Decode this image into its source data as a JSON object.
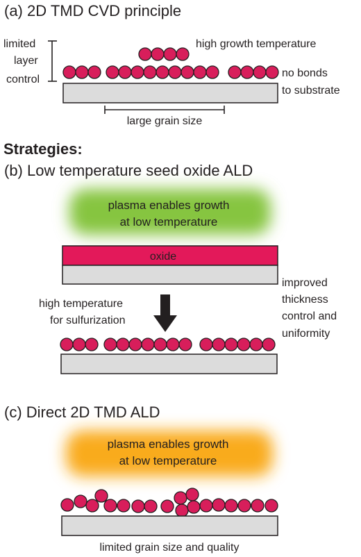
{
  "colors": {
    "atom_fill": "#d81e5b",
    "atom_stroke": "#231f20",
    "substrate_fill": "#dcdcdc",
    "oxide_fill": "#e3195a",
    "plasma_green": "#86c540",
    "plasma_orange": "#f9ab1c",
    "text": "#231f20"
  },
  "panel_a": {
    "title": "(a) 2D TMD CVD principle",
    "limited_line1": "limited",
    "limited_line2": "layer",
    "limited_line3": "control",
    "high_temp": "high growth temperature",
    "no_bonds_line1": "no bonds",
    "no_bonds_line2": "to substrate",
    "grain": "large grain size"
  },
  "strategies_heading": "Strategies:",
  "panel_b": {
    "title": "(b) Low temperature seed oxide ALD",
    "plasma_line1": "plasma enables growth",
    "plasma_line2": "at low temperature",
    "oxide": "oxide",
    "sulf_line1": "high temperature",
    "sulf_line2": "for sulfurization",
    "improved_line1": "improved",
    "improved_line2": "thickness",
    "improved_line3": "control and",
    "improved_line4": "uniformity"
  },
  "panel_c": {
    "title": "(c) Direct 2D TMD ALD",
    "plasma_line1": "plasma enables growth",
    "plasma_line2": "at low temperature",
    "limited": "limited grain size and quality"
  }
}
